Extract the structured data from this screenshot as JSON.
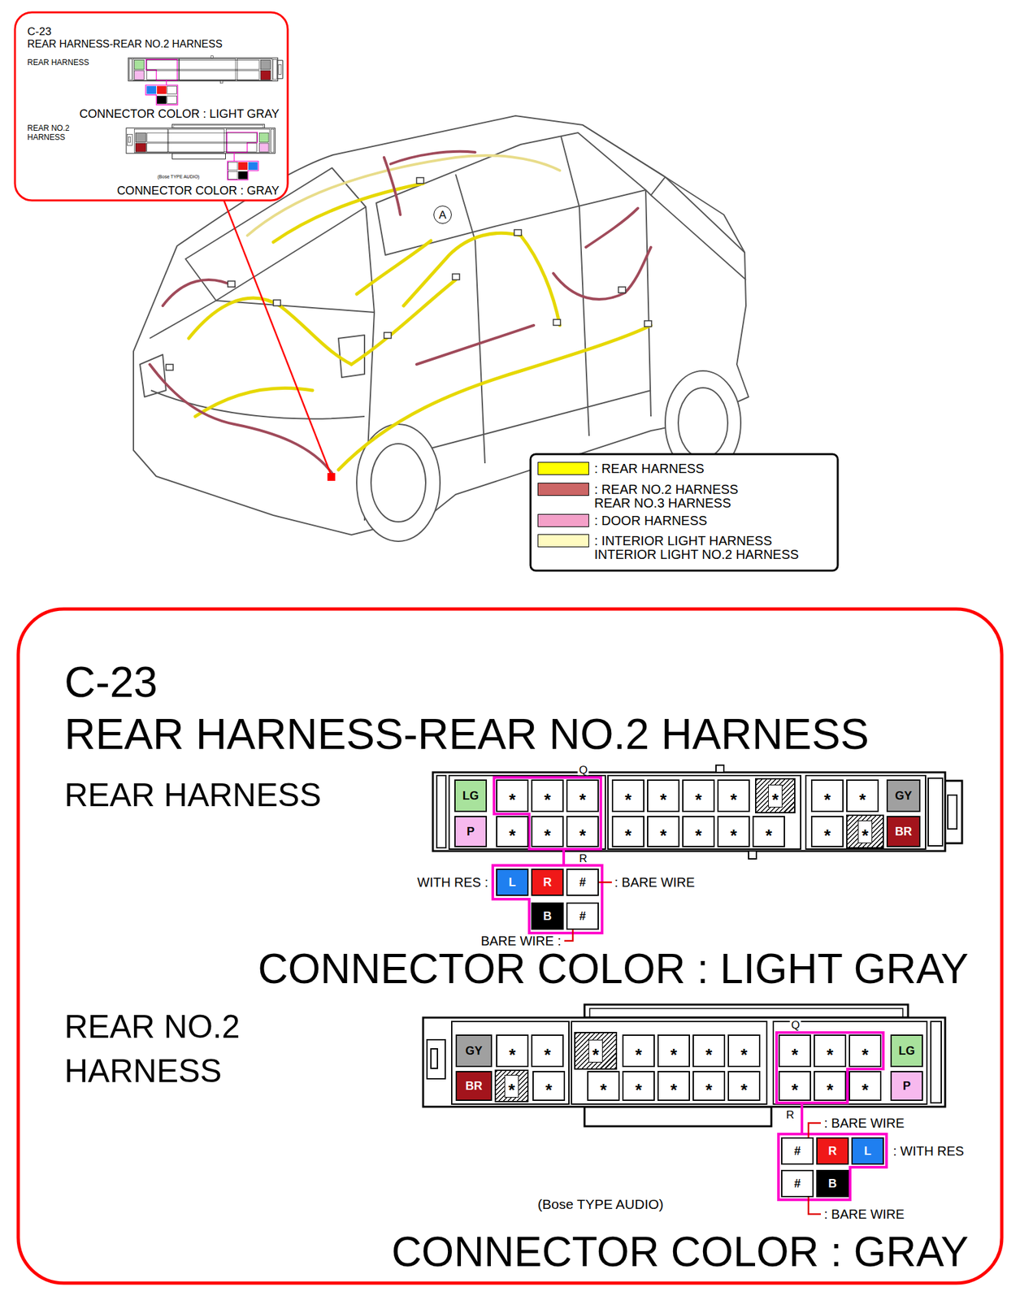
{
  "diagram": {
    "title": "C-23",
    "nodes": [
      {
        "text": [
          "A"
        ]
      },
      {
        "text": [
          "LG"
        ]
      },
      {
        "text": [
          "*"
        ]
      },
      {
        "text": [
          "*"
        ]
      },
      {
        "text": [
          "*"
        ]
      },
      {
        "text": [
          "*"
        ]
      },
      {
        "text": [
          "*"
        ]
      },
      {
        "text": [
          "*"
        ]
      },
      {
        "text": [
          "*"
        ]
      },
      {
        "text": [
          "*"
        ]
      },
      {
        "text": [
          "*"
        ]
      },
      {
        "text": [
          "*"
        ]
      },
      {
        "text": [
          "GY"
        ]
      },
      {
        "text": [
          "P"
        ]
      },
      {
        "text": [
          "*"
        ]
      },
      {
        "text": [
          "*"
        ]
      },
      {
        "text": [
          "*"
        ]
      },
      {
        "text": [
          "*"
        ]
      },
      {
        "text": [
          "*"
        ]
      },
      {
        "text": [
          "*"
        ]
      },
      {
        "text": [
          "*"
        ]
      },
      {
        "text": [
          "*"
        ]
      },
      {
        "text": [
          "*"
        ]
      },
      {
        "text": [
          "*"
        ]
      },
      {
        "text": [
          "BR"
        ]
      },
      {
        "text": [
          "L"
        ]
      },
      {
        "text": [
          "R"
        ]
      },
      {
        "text": [
          "#"
        ]
      },
      {
        "text": [
          "B"
        ]
      },
      {
        "text": [
          "#"
        ]
      },
      {
        "text": [
          "GY"
        ]
      },
      {
        "text": [
          "*"
        ]
      },
      {
        "text": [
          "*"
        ]
      },
      {
        "text": [
          "*"
        ]
      },
      {
        "text": [
          "*"
        ]
      },
      {
        "text": [
          "*"
        ]
      },
      {
        "text": [
          "*"
        ]
      },
      {
        "text": [
          "*"
        ]
      },
      {
        "text": [
          "*"
        ]
      },
      {
        "text": [
          "*"
        ]
      },
      {
        "text": [
          "*"
        ]
      },
      {
        "text": [
          "LG"
        ]
      },
      {
        "text": [
          "BR"
        ]
      },
      {
        "text": [
          "*"
        ]
      },
      {
        "text": [
          "*"
        ]
      },
      {
        "text": [
          "*"
        ]
      },
      {
        "text": [
          "*"
        ]
      },
      {
        "text": [
          "*"
        ]
      },
      {
        "text": [
          "*"
        ]
      },
      {
        "text": [
          "*"
        ]
      },
      {
        "text": [
          "*"
        ]
      },
      {
        "text": [
          "*"
        ]
      },
      {
        "text": [
          "*"
        ]
      },
      {
        "text": [
          "P"
        ]
      },
      {
        "text": [
          "#"
        ]
      },
      {
        "text": [
          "R"
        ]
      },
      {
        "text": [
          "L"
        ]
      },
      {
        "text": [
          "#"
        ]
      },
      {
        "text": [
          "B"
        ]
      }
    ],
    "labels": [
      "C-23",
      "REAR HARNESS-REAR NO.2 HARNESS",
      "REAR HARNESS",
      "CONNECTOR COLOR : LIGHT GRAY",
      "REAR NO.2 HARNESS",
      "(Bose TYPE AUDIO)",
      "CONNECTOR COLOR : GRAY",
      "REAR HARNESS-REAR NO.2 HARNESS",
      "REAR HARNESS",
      "Q",
      "R",
      "WITH RES :",
      ": BARE WIRE",
      "BARE WIRE :",
      "CONNECTOR COLOR : LIGHT GRAY",
      "REAR NO.2 HARNESS",
      "Q",
      "R",
      ": BARE WIRE",
      ": WITH RES",
      ": BARE WIRE",
      "(Bose TYPE AUDIO)",
      "CONNECTOR COLOR : GRAY"
    ],
    "legend": [
      {
        "text": ": REAR HARNESS",
        "color": "#ffff00"
      },
      {
        "text": ": REAR NO.2 HARNESS REAR NO.3 HARNESS",
        "color": "#cc6666"
      },
      {
        "text": ": DOOR HARNESS",
        "color": "#f4a0c8"
      },
      {
        "text": ": INTERIOR LIGHT HARNESS INTERIOR LIGHT NO.2 HARNESS",
        "color": "#fffbc0"
      }
    ]
  }
}
